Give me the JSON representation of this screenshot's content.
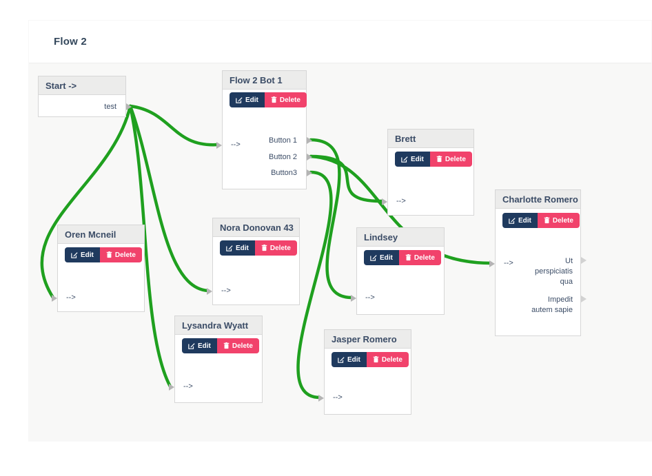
{
  "page_title": "Flow 2",
  "colors": {
    "connector_green": "#1fa01f",
    "button_navy": "#1f3a5e",
    "button_pink": "#f1426b",
    "node_header_bg": "#ececeb",
    "canvas_bg": "#f8f8f7",
    "text_navy": "#3b4c66",
    "port_gray": "#b4b4b4"
  },
  "buttons": {
    "edit_label": "Edit",
    "delete_label": "Delete"
  },
  "nodes": [
    {
      "id": "start",
      "title": "Start ->",
      "has_buttons": false,
      "input_label": null,
      "outputs": [
        {
          "id": "test",
          "label": "test"
        }
      ]
    },
    {
      "id": "bot1",
      "title": "Flow 2 Bot 1",
      "has_buttons": true,
      "input_label": "-->",
      "outputs": [
        {
          "id": "btn1",
          "label": "Button 1"
        },
        {
          "id": "btn2",
          "label": "Button 2"
        },
        {
          "id": "btn3",
          "label": "Button3"
        }
      ]
    },
    {
      "id": "brett",
      "title": "Brett",
      "has_buttons": true,
      "input_label": "-->",
      "outputs": []
    },
    {
      "id": "charlotte",
      "title": "Charlotte Romero",
      "has_buttons": true,
      "input_label": "-->",
      "outputs": [
        {
          "id": "out1",
          "label": "Ut perspiciatis qua",
          "block": true
        },
        {
          "id": "out2",
          "label": "Impedit autem sapie",
          "block": true
        }
      ]
    },
    {
      "id": "oren",
      "title": "Oren Mcneil",
      "has_buttons": true,
      "input_label": "-->",
      "outputs": []
    },
    {
      "id": "nora",
      "title": "Nora Donovan 43",
      "has_buttons": true,
      "input_label": "-->",
      "outputs": []
    },
    {
      "id": "lysandra",
      "title": "Lysandra Wyatt",
      "has_buttons": true,
      "input_label": "-->",
      "outputs": []
    },
    {
      "id": "lindsey",
      "title": "Lindsey",
      "has_buttons": true,
      "input_label": "-->",
      "outputs": []
    },
    {
      "id": "jasper",
      "title": "Jasper Romero",
      "has_buttons": true,
      "input_label": "-->",
      "outputs": []
    }
  ],
  "connections": [
    {
      "from": "start.test",
      "to": "bot1"
    },
    {
      "from": "start.test",
      "to": "oren"
    },
    {
      "from": "start.test",
      "to": "nora"
    },
    {
      "from": "start.test",
      "to": "lysandra"
    },
    {
      "from": "bot1.btn1",
      "to": "lindsey"
    },
    {
      "from": "bot1.btn2",
      "to": "brett"
    },
    {
      "from": "bot1.btn2",
      "to": "charlotte"
    },
    {
      "from": "bot1.btn3",
      "to": "jasper"
    }
  ]
}
